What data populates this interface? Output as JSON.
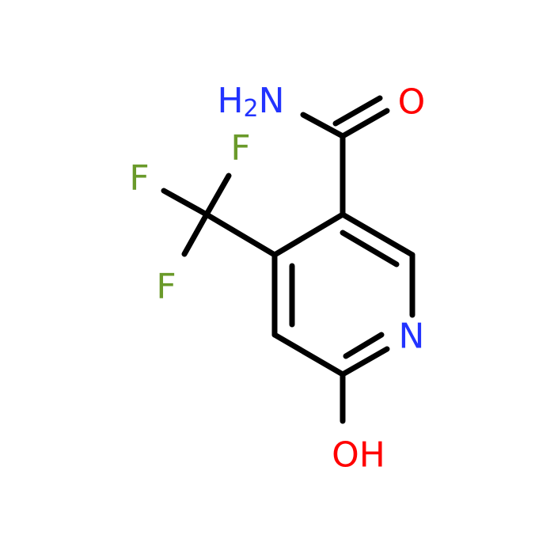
{
  "diagram": {
    "type": "chemical-structure",
    "atom_labels": {
      "nh2": {
        "text": "H2N",
        "color": "#2233ff"
      },
      "o_carbonyl": {
        "text": "O",
        "color": "#ff0000"
      },
      "f_top": {
        "text": "F",
        "color": "#6a9a2a"
      },
      "f_left": {
        "text": "F",
        "color": "#6a9a2a"
      },
      "f_lower": {
        "text": "F",
        "color": "#6a9a2a"
      },
      "n_ring": {
        "text": "N",
        "color": "#2233ff"
      },
      "oh": {
        "text": "OH",
        "color": "#ff0000"
      }
    }
  }
}
